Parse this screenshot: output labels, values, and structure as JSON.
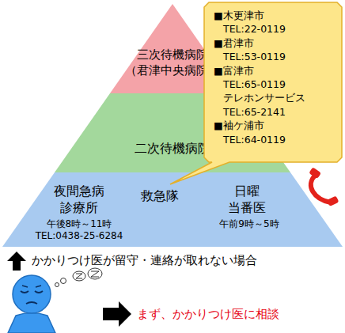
{
  "diagram": {
    "nodes": [
      {
        "text": [
          "三次待機病院 （君津中央病院）"
        ]
      },
      {
        "text": [
          "二次待機病院"
        ]
      },
      {
        "text": [
          "夜間急病 診療所",
          "午後8時～11時",
          "TEL:0438-25-6284",
          "救急隊",
          "日曜 当番医",
          "午前9時～5時"
        ]
      },
      {
        "text": [
          "■木更津市",
          "TEL:22-0119",
          "■君津市",
          "TEL:53-0119",
          "■富津市",
          "TEL:65-0119",
          "テレホンサービス",
          "TEL:65-2141",
          "■袖ケ浦市",
          "TEL:64-0119"
        ]
      }
    ],
    "labels": [
      "かかりつけ医が留守・連絡が取れない場合",
      "まず、かかりつけ医に相談"
    ]
  }
}
